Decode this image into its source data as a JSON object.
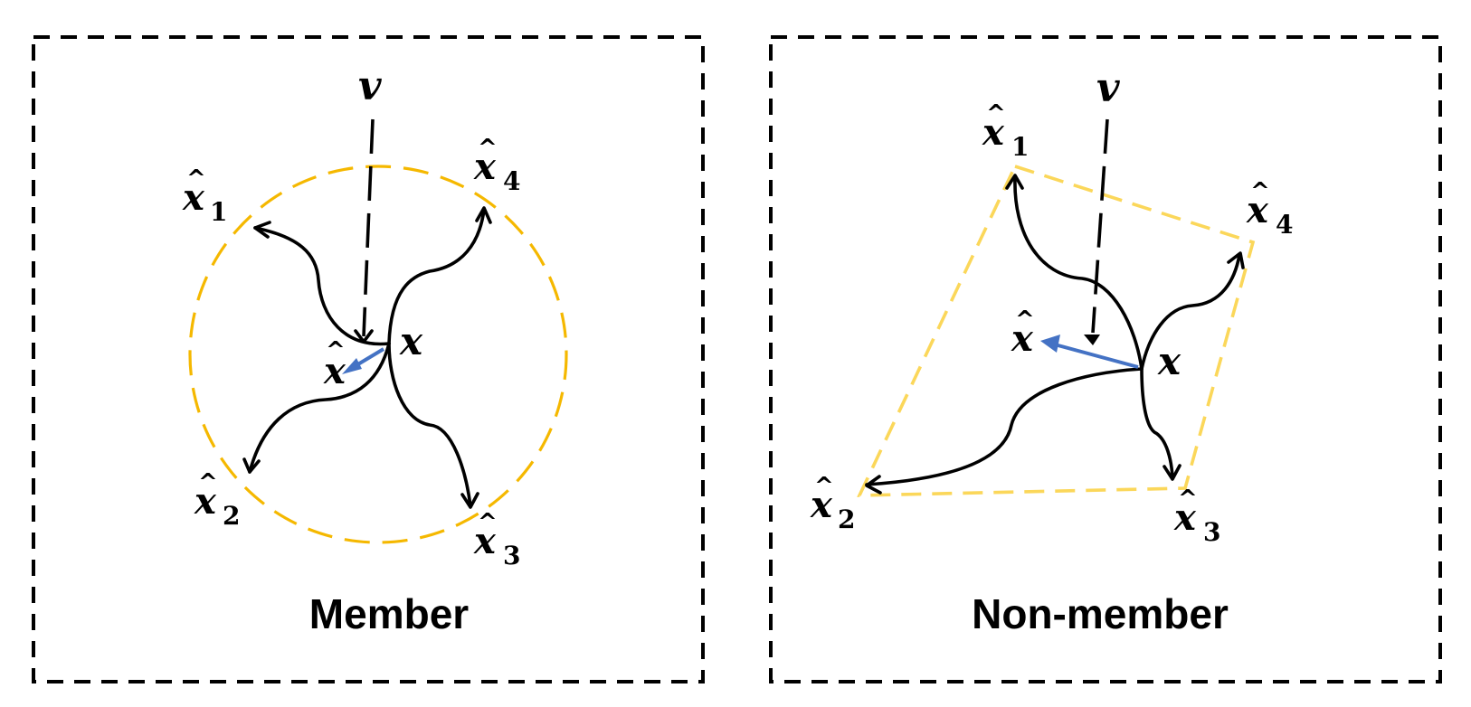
{
  "panels": [
    {
      "caption": "Member",
      "v": "v",
      "x": "x",
      "x_hat": "x",
      "x_hat_1": {
        "base": "x",
        "sub": "1"
      },
      "x_hat_2": {
        "base": "x",
        "sub": "2"
      },
      "x_hat_3": {
        "base": "x",
        "sub": "3"
      },
      "x_hat_4": {
        "base": "x",
        "sub": "4"
      }
    },
    {
      "caption": "Non-member",
      "v": "v",
      "x": "x",
      "x_hat": "x",
      "x_hat_1": {
        "base": "x",
        "sub": "1"
      },
      "x_hat_2": {
        "base": "x",
        "sub": "2"
      },
      "x_hat_3": {
        "base": "x",
        "sub": "3"
      },
      "x_hat_4": {
        "base": "x",
        "sub": "4"
      }
    }
  ],
  "colors": {
    "frame": "#000000",
    "neighborhood": "#f5b800",
    "hull": "#fbd75a",
    "reconstruction_arrow": "#4472c4"
  }
}
